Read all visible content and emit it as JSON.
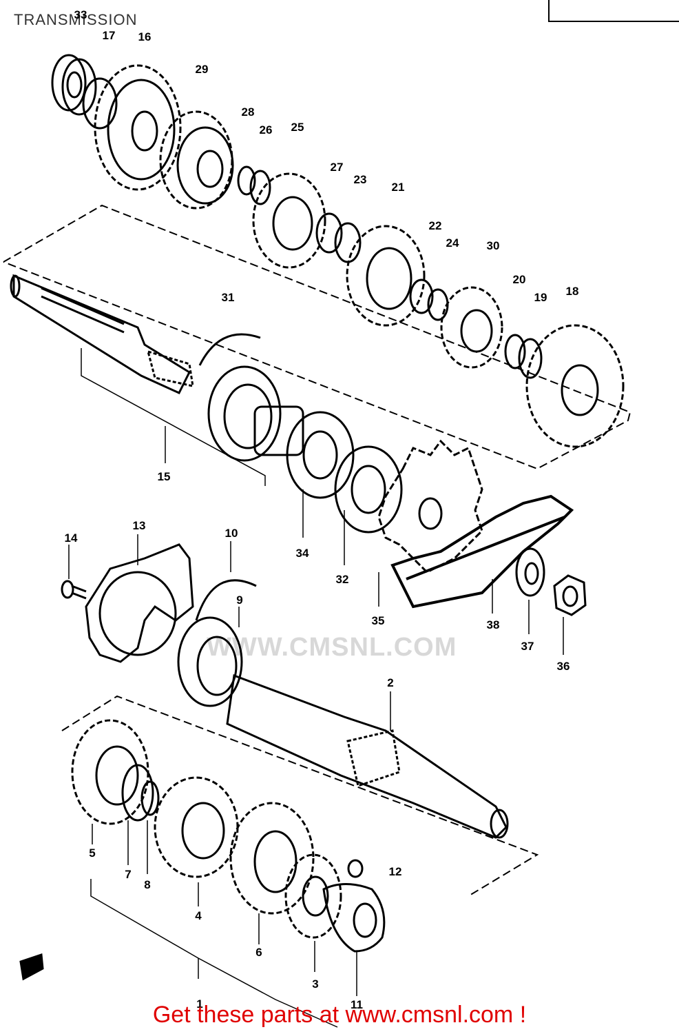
{
  "diagram": {
    "title": "TRANSMISSION",
    "watermark": "WWW.CMSNL.COM",
    "footer": "Get these parts at www.cmsnl.com !",
    "callouts": [
      "1",
      "2",
      "3",
      "4",
      "5",
      "6",
      "7",
      "8",
      "9",
      "10",
      "11",
      "12",
      "13",
      "14",
      "15",
      "16",
      "17",
      "18",
      "19",
      "20",
      "21",
      "22",
      "23",
      "24",
      "25",
      "26",
      "27",
      "28",
      "29",
      "30",
      "31",
      "32",
      "33",
      "34",
      "35",
      "36",
      "37",
      "38"
    ]
  }
}
